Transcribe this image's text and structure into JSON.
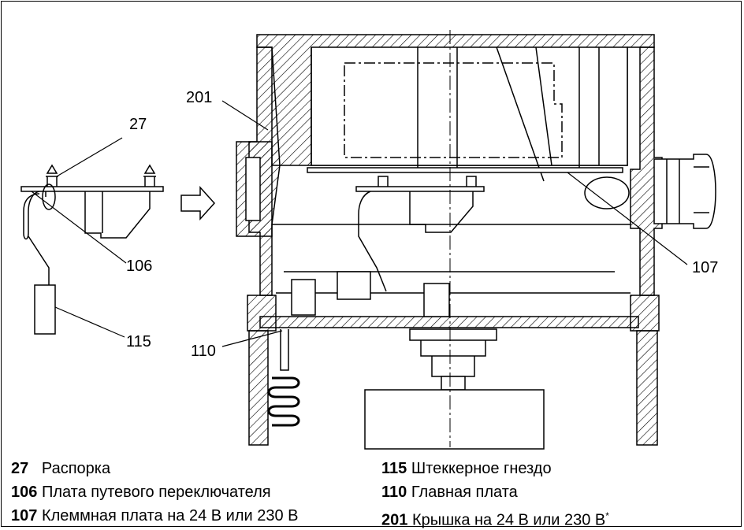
{
  "callouts": {
    "c27": "27",
    "c201": "201",
    "c106": "106",
    "c115": "115",
    "c110": "110",
    "c107": "107"
  },
  "legend": [
    {
      "num": "27",
      "text": "Распорка"
    },
    {
      "num": "106",
      "text": "Плата путевого переключателя"
    },
    {
      "num": "107",
      "text": "Клеммная плата на 24 В или 230 В"
    },
    {
      "num": "115",
      "text": "Штеккерное гнездо"
    },
    {
      "num": "110",
      "text": "Главная плата"
    },
    {
      "num": "201",
      "text": "Крышка на 24 В или 230 В",
      "mark": "*"
    }
  ]
}
